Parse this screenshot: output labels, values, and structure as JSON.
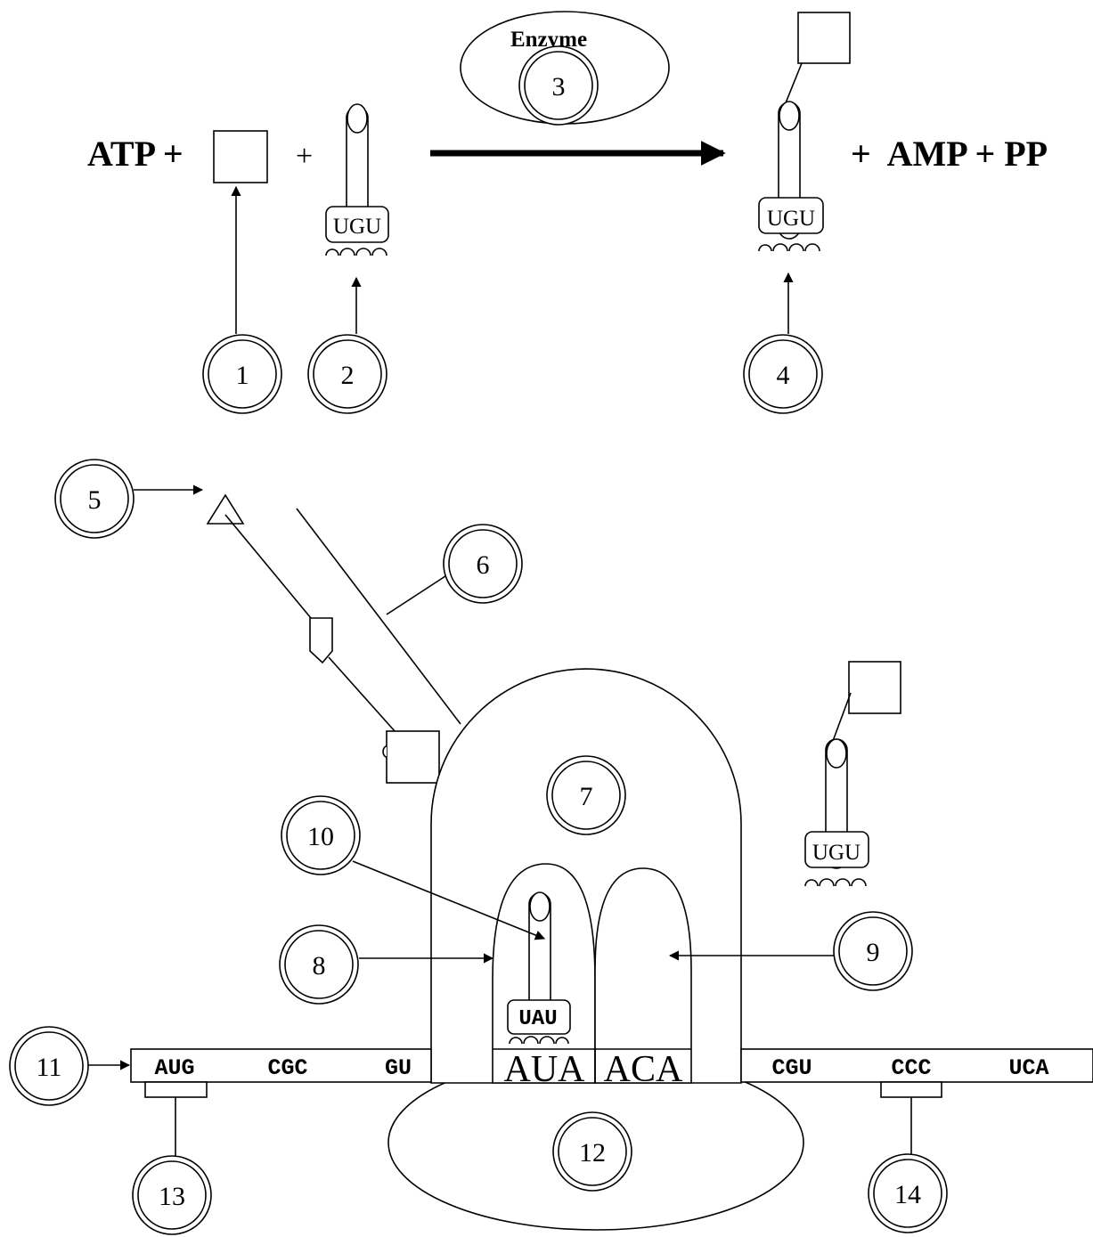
{
  "equation": {
    "left_term": "ATP +",
    "plus_1": "+",
    "plus_2": "+",
    "right_terms": "+  AMP + PP"
  },
  "enzyme": {
    "label": "Enzyme"
  },
  "trna_anticodons": {
    "free": "UGU",
    "charged": "UGU",
    "incoming": "UGU",
    "p_site": "UAU"
  },
  "mrna": {
    "codons_left": [
      "AUG",
      "CGC",
      "GU"
    ],
    "codons_ribosome": [
      "AUA",
      "ACA"
    ],
    "codons_right": [
      "CGU",
      "CCC",
      "UCA"
    ]
  },
  "callouts": [
    "1",
    "2",
    "3",
    "4",
    "5",
    "6",
    "7",
    "8",
    "9",
    "10",
    "11",
    "12",
    "13",
    "14"
  ]
}
